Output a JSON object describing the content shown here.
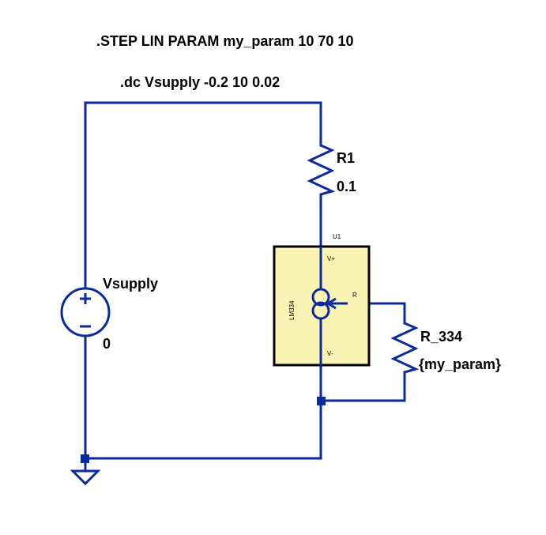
{
  "directives": {
    "step": ".STEP LIN PARAM my_param 10 70 10",
    "dc": ".dc Vsupply -0.2 10 0.02"
  },
  "components": {
    "vsupply": {
      "name": "Vsupply",
      "value": "0"
    },
    "r1": {
      "name": "R1",
      "value": "0.1"
    },
    "u1": {
      "name": "U1",
      "part": "LM334",
      "pins": {
        "vplus": "V+",
        "vminus": "V-",
        "r": "R"
      }
    },
    "r334": {
      "name": "R_334",
      "value": "{my_param}"
    }
  },
  "colors": {
    "wire": "#0a2b9e",
    "ic_fill": "#fbf3b4",
    "text": "#000000",
    "background": "#ffffff"
  },
  "icons": {
    "source": "voltage-source-icon",
    "resistor": "resistor-icon",
    "ground": "ground-icon",
    "current_source": "current-source-icon"
  }
}
